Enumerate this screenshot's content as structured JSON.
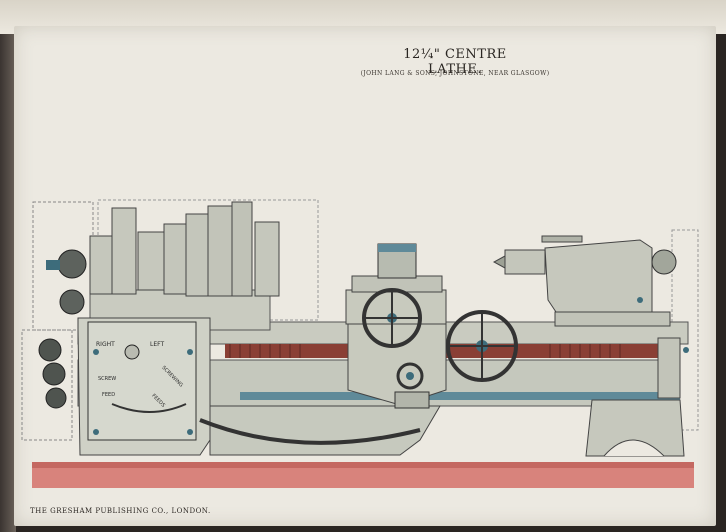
{
  "plate": {
    "title": "12¼\" CENTRE LATHE.",
    "subtitle": "(JOHN LANG & SONS, JOHNSTONE, NEAR GLASGOW)",
    "publisher": "THE GRESHAM PUBLISHING CO., LONDON."
  },
  "gear_chart": {
    "right": "RIGHT",
    "left": "LEFT",
    "screw": "SCREW",
    "feed": "FEED",
    "screwing": "SCREWING",
    "feeds": "FEEDS"
  },
  "colors": {
    "paper": "#ece9e1",
    "body": "#c9cbc0",
    "shadow": "#9ea39a",
    "blue": "#5f8a99",
    "red": "#d5716a",
    "rod": "#8a3f35"
  }
}
